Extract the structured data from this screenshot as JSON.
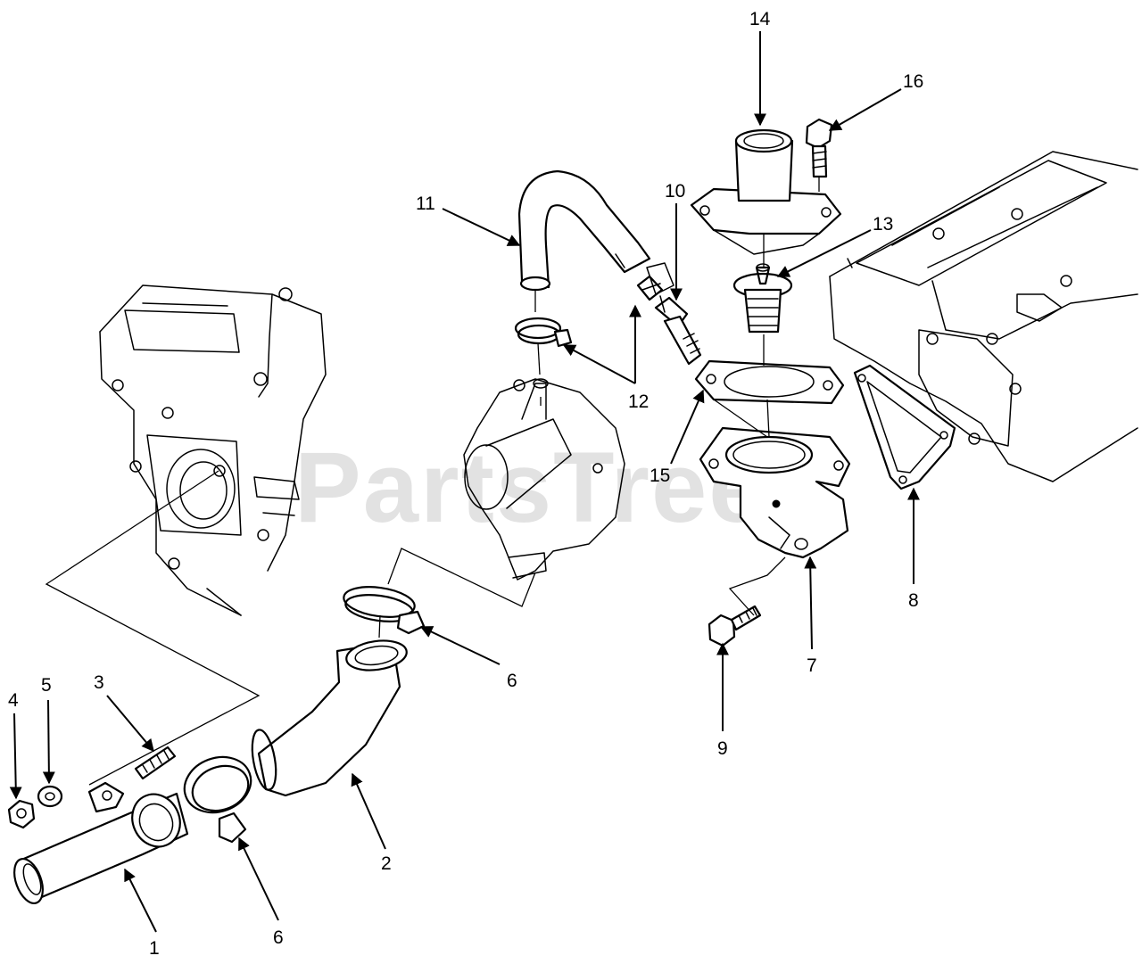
{
  "watermark": "PartsTree",
  "callouts": {
    "c1": "1",
    "c2": "2",
    "c3": "3",
    "c4": "4",
    "c5": "5",
    "c6a": "6",
    "c6b": "6",
    "c7": "7",
    "c8": "8",
    "c9": "9",
    "c10": "10",
    "c11": "11",
    "c12": "12",
    "c13": "13",
    "c14": "14",
    "c15": "15",
    "c16": "16"
  }
}
